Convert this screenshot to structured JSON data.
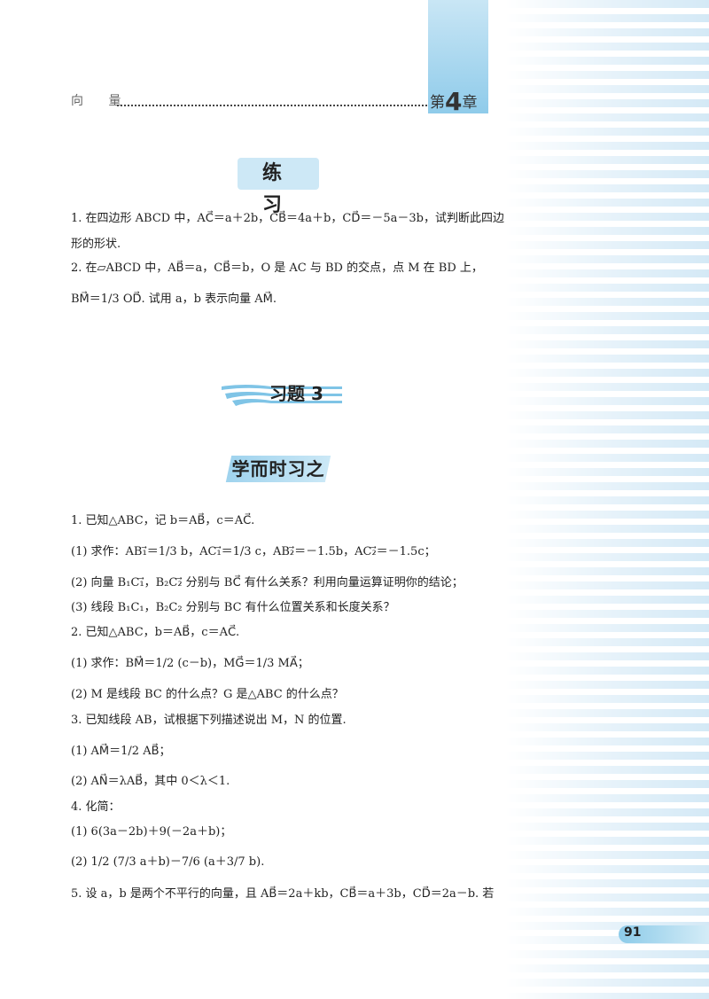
{
  "header": {
    "running_head": "向 量",
    "chapter_prefix": "第",
    "chapter_number": "4",
    "chapter_suffix": "章"
  },
  "exercise": {
    "title": "练 习",
    "items": [
      "1.  在四边形 ABCD 中，AC⃗＝a＋2b，CB⃗＝4a＋b，CD⃗＝－5a－3b，试判断此四边",
      "     形的形状.",
      "2.  在▱ABCD 中，AB⃗＝a，CB⃗＝b，O 是 AC 与 BD 的交点，点 M 在 BD 上，",
      "     BM⃗＝1/3 OD⃗. 试用 a，b 表示向量 AM⃗."
    ]
  },
  "problems": {
    "title": "习题 3",
    "subtitle": "学而时习之",
    "lines": [
      "1.  已知△ABC，记 b＝AB⃗，c＝AC⃗.",
      "     (1) 求作：AB₁⃗＝1/3 b，AC₁⃗＝1/3 c，AB₂⃗＝－1.5b，AC₂⃗＝－1.5c；",
      "     (2) 向量 B₁C₁⃗，B₂C₂⃗ 分别与 BC⃗ 有什么关系？利用向量运算证明你的结论；",
      "     (3) 线段 B₁C₁，B₂C₂ 分别与 BC 有什么位置关系和长度关系？",
      "2.  已知△ABC，b＝AB⃗，c＝AC⃗.",
      "     (1) 求作：BM⃗＝1/2 (c－b)，MG⃗＝1/3 MA⃗；",
      "     (2) M 是线段 BC 的什么点？G 是△ABC 的什么点？",
      "3.  已知线段 AB，试根据下列描述说出 M，N 的位置.",
      "     (1) AM⃗＝1/2 AB⃗；",
      "     (2) AN⃗＝λAB⃗，其中 0＜λ＜1.",
      "4.  化简：",
      "     (1) 6(3a－2b)＋9(－2a＋b)；",
      "     (2) 1/2 (7/3 a＋b)－7/6 (a＋3/7 b).",
      "5.  设 a，b 是两个不平行的向量，且 AB⃗＝2a＋kb，CB⃗＝a＋3b，CD⃗＝2a－b. 若"
    ]
  },
  "footer": {
    "page_number": "91"
  },
  "colors": {
    "accent": "#8fcbea",
    "stripe": "#d4e9f6"
  }
}
